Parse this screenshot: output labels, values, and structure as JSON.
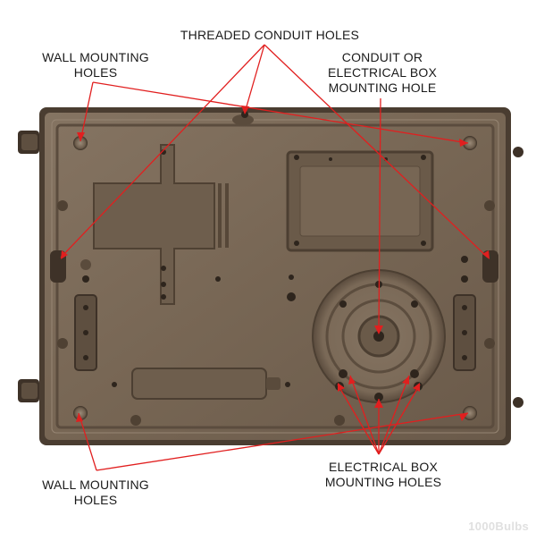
{
  "labels": {
    "threaded_conduit_holes": "THREADED CONDUIT HOLES",
    "wall_mounting_top_line1": "WALL MOUNTING",
    "wall_mounting_top_line2": "HOLES",
    "conduit_line1": "CONDUIT OR",
    "conduit_line2": "ELECTRICAL BOX",
    "conduit_line3": "MOUNTING HOLE",
    "wall_mounting_bottom_line1": "WALL MOUNTING",
    "wall_mounting_bottom_line2": "HOLES",
    "electrical_box_line1": "ELECTRICAL BOX",
    "electrical_box_line2": "MOUNTING HOLES"
  },
  "watermark": "1000Bulbs",
  "colors": {
    "background": "#ffffff",
    "plate": "#7b6a58",
    "plate_dark": "#3f3429",
    "callout": "#e11f1f",
    "label_text": "#1a1a1a"
  }
}
